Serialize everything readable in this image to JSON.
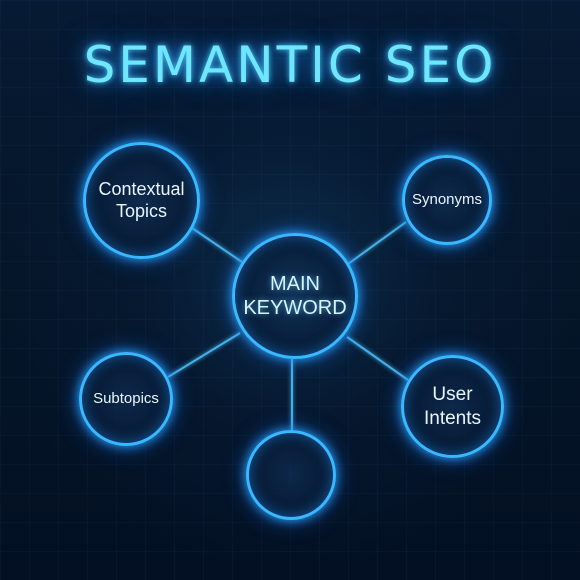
{
  "title": "SEMANTIC SEO",
  "colors": {
    "background": "#041226",
    "node_border": "#39b8ff",
    "title_glow": "#6fe6ff",
    "node_text": "#e9f6ff"
  },
  "nodes": {
    "main": "MAIN\nKEYWORD",
    "contextual_topics": "Contextual\nTopics",
    "synonyms": "Synonyms",
    "subtopics": "Subtopics",
    "user_intents": "User\nIntents",
    "empty": ""
  }
}
